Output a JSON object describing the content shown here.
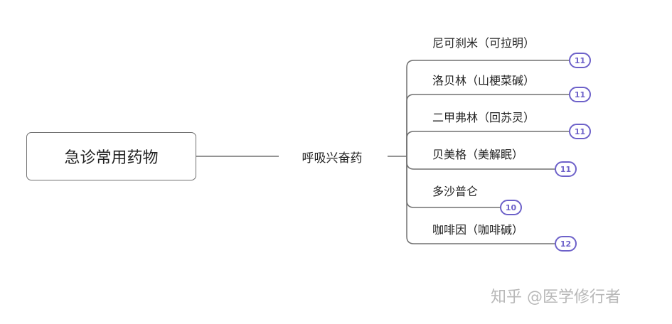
{
  "mindmap": {
    "root": "急诊常用药物",
    "branch": "呼吸兴奋药",
    "leaves": [
      {
        "label": "尼可刹米（可拉明）",
        "badge": "11"
      },
      {
        "label": "洛贝林（山梗菜碱）",
        "badge": "11"
      },
      {
        "label": "二甲弗林（回苏灵）",
        "badge": "11"
      },
      {
        "label": "贝美格（美解眠）",
        "badge": "11"
      },
      {
        "label": "多沙普仑",
        "badge": "10"
      },
      {
        "label": "咖啡因（咖啡碱）",
        "badge": "12"
      }
    ]
  },
  "watermark": "知乎 @医学修行者",
  "colors": {
    "line": "#707070",
    "badge": "#6d61c9",
    "watermark": "#b8b8b8"
  }
}
